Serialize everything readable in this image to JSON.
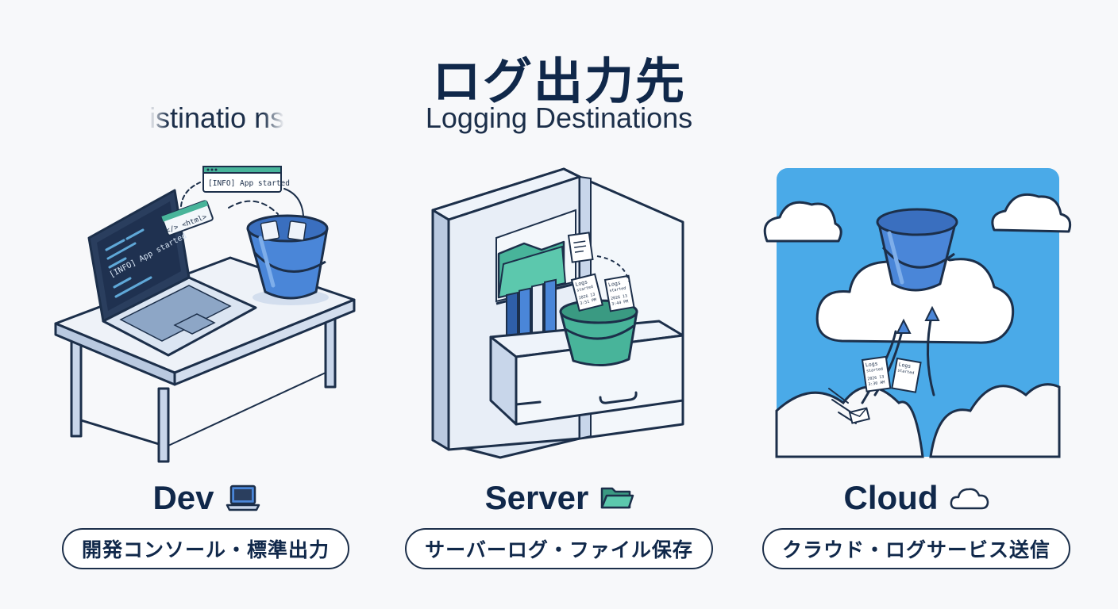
{
  "header": {
    "title_jp": "ログ出力先",
    "title_en": "Logging Destinations",
    "ghost_text": "istinatio ns"
  },
  "panels": [
    {
      "id": "dev",
      "label": "Dev",
      "icon": "laptop-icon",
      "description": "開発コンソール・標準出力",
      "screen_text": "[INFO] App started",
      "popup_text": "[INFO] App started",
      "code_tag": "</> <html>"
    },
    {
      "id": "server",
      "label": "Server",
      "icon": "folder-icon",
      "description": "サーバーログ・ファイル保存",
      "doc_a_line1": "Logs",
      "doc_a_line2": "started",
      "doc_a_line3": "2026 13",
      "doc_a_line4": "3:51 PM",
      "doc_b_line1": "Logs",
      "doc_b_line2": "started",
      "doc_b_line3": "2026 13",
      "doc_b_line4": "3:44 PM"
    },
    {
      "id": "cloud",
      "label": "Cloud",
      "icon": "cloud-icon",
      "description": "クラウド・ログサービス送信",
      "doc_a_line1": "Logs",
      "doc_a_line2": "started",
      "doc_a_line3": "2026 13",
      "doc_a_line4": "3:30 AM",
      "doc_b_line1": "Logs",
      "doc_b_line2": "started"
    }
  ],
  "colors": {
    "navy": "#10284a",
    "outline": "#1c2f4a",
    "bucket_blue": "#4a86d8",
    "bucket_teal": "#48b49a",
    "sky": "#4aaae8",
    "background": "#f7f8fa"
  }
}
